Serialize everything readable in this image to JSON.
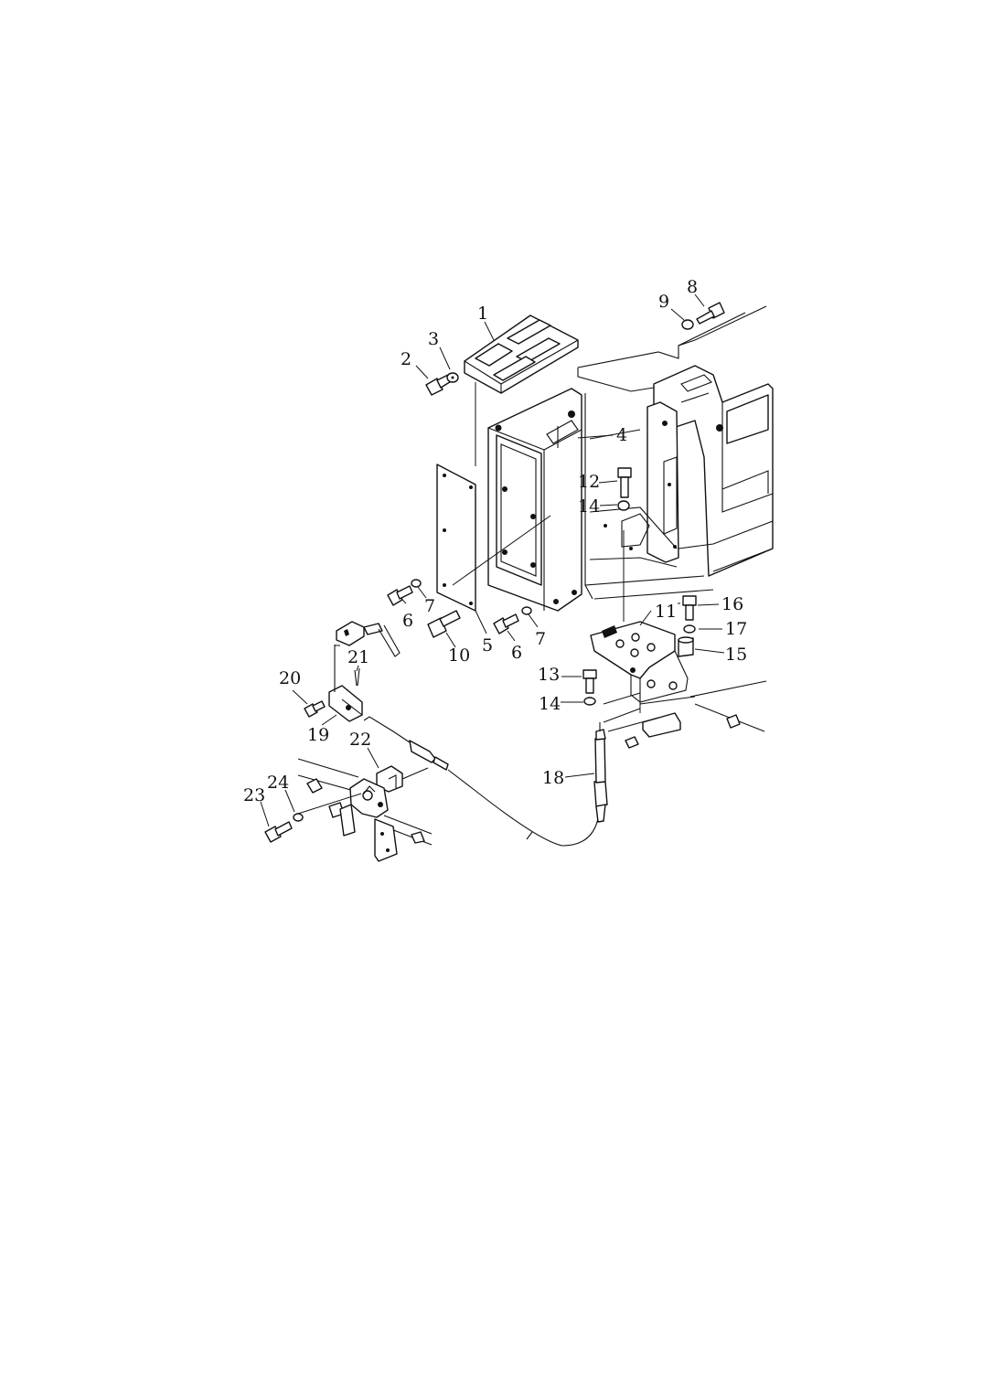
{
  "diagram": {
    "callouts": [
      {
        "id": "c1",
        "text": "1"
      },
      {
        "id": "c2",
        "text": "2"
      },
      {
        "id": "c3",
        "text": "3"
      },
      {
        "id": "c4",
        "text": "4"
      },
      {
        "id": "c5",
        "text": "5"
      },
      {
        "id": "c6a",
        "text": "6"
      },
      {
        "id": "c6b",
        "text": "6"
      },
      {
        "id": "c7a",
        "text": "7"
      },
      {
        "id": "c7b",
        "text": "7"
      },
      {
        "id": "c8",
        "text": "8"
      },
      {
        "id": "c9",
        "text": "9"
      },
      {
        "id": "c10",
        "text": "10"
      },
      {
        "id": "c11",
        "text": "11"
      },
      {
        "id": "c12",
        "text": "12"
      },
      {
        "id": "c13",
        "text": "13"
      },
      {
        "id": "c14a",
        "text": "14"
      },
      {
        "id": "c14b",
        "text": "14"
      },
      {
        "id": "c15",
        "text": "15"
      },
      {
        "id": "c16",
        "text": "16"
      },
      {
        "id": "c17",
        "text": "17"
      },
      {
        "id": "c18",
        "text": "18"
      },
      {
        "id": "c19",
        "text": "19"
      },
      {
        "id": "c20",
        "text": "20"
      },
      {
        "id": "c21",
        "text": "21"
      },
      {
        "id": "c22",
        "text": "22"
      },
      {
        "id": "c23",
        "text": "23"
      },
      {
        "id": "c24",
        "text": "24"
      }
    ]
  }
}
